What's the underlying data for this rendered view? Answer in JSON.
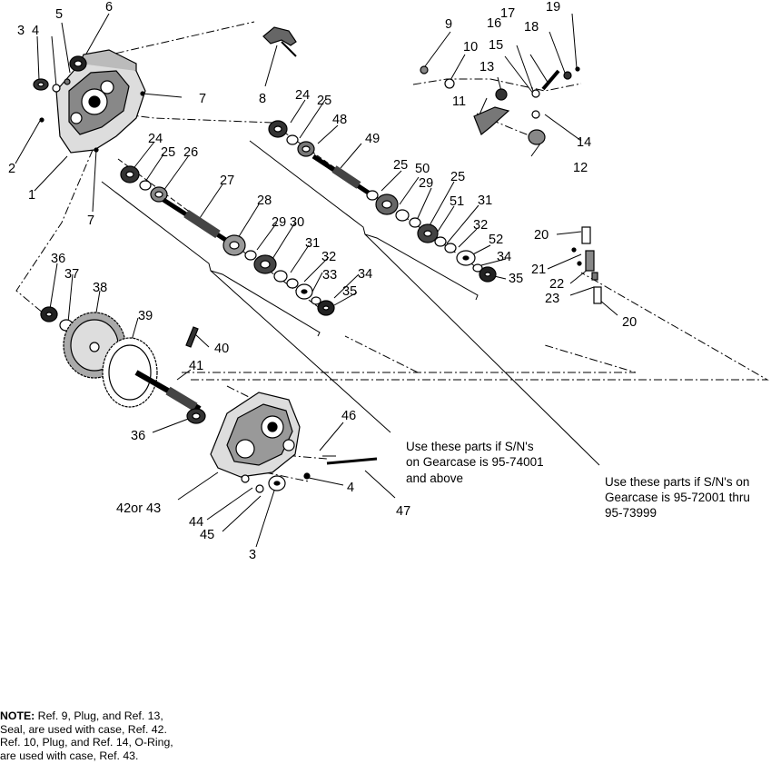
{
  "callouts": {
    "c1": "1",
    "c2": "2",
    "c3a": "3",
    "c3b": "3",
    "c4a": "4",
    "c4b": "4",
    "c5": "5",
    "c6": "6",
    "c7a": "7",
    "c7b": "7",
    "c8": "8",
    "c9": "9",
    "c10": "10",
    "c11": "11",
    "c12": "12",
    "c13": "13",
    "c14": "14",
    "c15": "15",
    "c16": "16",
    "c17": "17",
    "c18": "18",
    "c19": "19",
    "c20a": "20",
    "c20b": "20",
    "c21": "21",
    "c22": "22",
    "c23": "23",
    "c24a": "24",
    "c24b": "24",
    "c25a": "25",
    "c25b": "25",
    "c25c": "25",
    "c25d": "25",
    "c26": "26",
    "c27": "27",
    "c28": "28",
    "c29a": "29",
    "c29b": "29",
    "c30": "30",
    "c31a": "31",
    "c31b": "31",
    "c32a": "32",
    "c32b": "32",
    "c33": "33",
    "c34a": "34",
    "c34b": "34",
    "c35a": "35",
    "c35b": "35",
    "c36a": "36",
    "c36b": "36",
    "c37": "37",
    "c38": "38",
    "c39": "39",
    "c40": "40",
    "c41": "41",
    "c42": "42or 43",
    "c44": "44",
    "c45": "45",
    "c46": "46",
    "c47": "47",
    "c48": "48",
    "c49": "49",
    "c50": "50",
    "c51": "51",
    "c52": "52"
  },
  "captions": {
    "upper_line1": "Use these parts if S/N's",
    "upper_line2": "on Gearcase is 95-74001",
    "upper_line3": "and above",
    "lower_line1": "Use these parts if S/N's on",
    "lower_line2": "Gearcase is 95-72001 thru",
    "lower_line3": "95-73999"
  },
  "note": {
    "label": "NOTE:",
    "line1": " Ref. 9, Plug, and Ref. 13,",
    "line2": "Seal, are used with case, Ref. 42.",
    "line3": "Ref. 10, Plug, and Ref. 14, O-Ring,",
    "line4": "are used with case, Ref. 43."
  }
}
